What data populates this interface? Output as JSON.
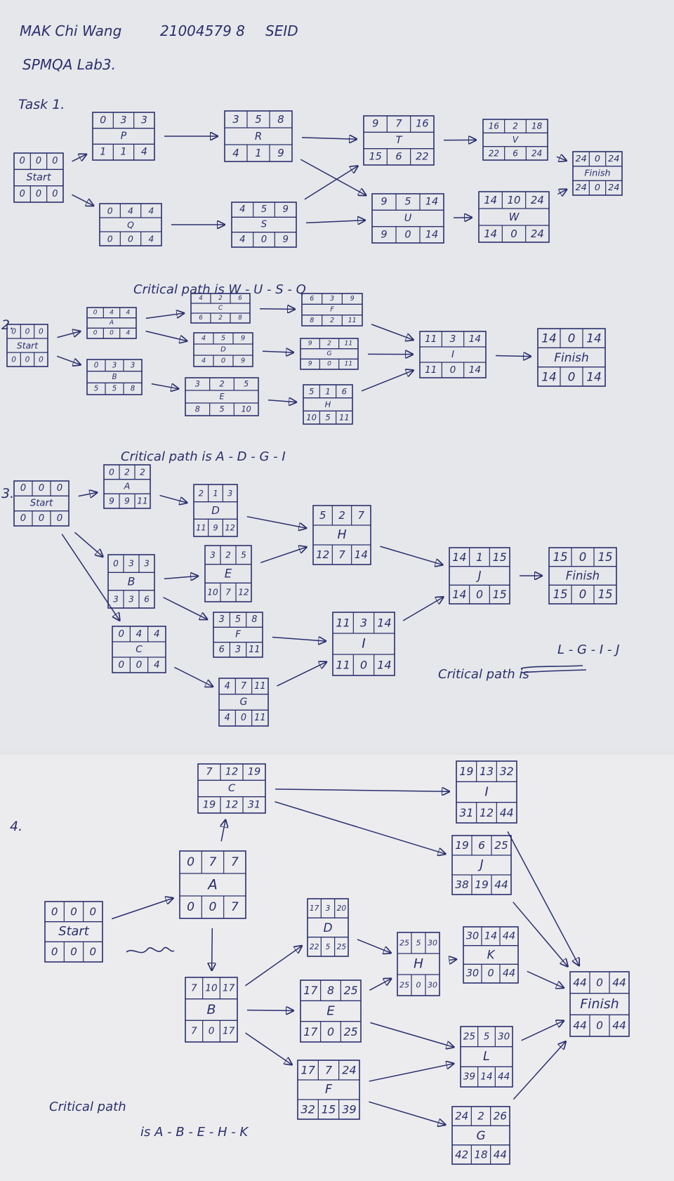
{
  "header": {
    "name": "MAK Chi Wang",
    "student_id": "21004579 8",
    "program": "SEID",
    "lab": "SPMQA Lab3."
  },
  "tasks": [
    {
      "label": "Task 1.",
      "critical_path": "Critical path is W - U - S - Q",
      "nodes": [
        {
          "id": "start",
          "name": "Start",
          "top": [
            "0",
            "0",
            "0"
          ],
          "bottom": [
            "0",
            "0",
            "0"
          ]
        },
        {
          "id": "p",
          "name": "P",
          "top": [
            "0",
            "3",
            "3"
          ],
          "bottom": [
            "1",
            "1",
            "4"
          ]
        },
        {
          "id": "q",
          "name": "Q",
          "top": [
            "0",
            "4",
            "4"
          ],
          "bottom": [
            "0",
            "0",
            "4"
          ]
        },
        {
          "id": "r",
          "name": "R",
          "top": [
            "3",
            "5",
            "8"
          ],
          "bottom": [
            "4",
            "1",
            "9"
          ]
        },
        {
          "id": "s",
          "name": "S",
          "top": [
            "4",
            "5",
            "9"
          ],
          "bottom": [
            "4",
            "0",
            "9"
          ]
        },
        {
          "id": "t",
          "name": "T",
          "top": [
            "9",
            "7",
            "16"
          ],
          "bottom": [
            "15",
            "6",
            "22"
          ]
        },
        {
          "id": "u",
          "name": "U",
          "top": [
            "9",
            "5",
            "14"
          ],
          "bottom": [
            "9",
            "0",
            "14"
          ]
        },
        {
          "id": "v",
          "name": "V",
          "top": [
            "16",
            "2",
            "18"
          ],
          "bottom": [
            "22",
            "6",
            "24"
          ]
        },
        {
          "id": "w",
          "name": "W",
          "top": [
            "14",
            "10",
            "24"
          ],
          "bottom": [
            "14",
            "0",
            "24"
          ]
        },
        {
          "id": "finish",
          "name": "Finish",
          "top": [
            "24",
            "0",
            "24"
          ],
          "bottom": [
            "24",
            "0",
            "24"
          ]
        }
      ]
    },
    {
      "label": "2.",
      "critical_path": "Critical path is A - D - G - I",
      "nodes": [
        {
          "id": "start",
          "name": "Start",
          "top": [
            "0",
            "0",
            "0"
          ],
          "bottom": [
            "0",
            "0",
            "0"
          ]
        },
        {
          "id": "a",
          "name": "A",
          "top": [
            "0",
            "4",
            "4"
          ],
          "bottom": [
            "0",
            "0",
            "4"
          ]
        },
        {
          "id": "b",
          "name": "B",
          "top": [
            "0",
            "3",
            "3"
          ],
          "bottom": [
            "5",
            "5",
            "8"
          ]
        },
        {
          "id": "c",
          "name": "C",
          "top": [
            "4",
            "2",
            "6"
          ],
          "bottom": [
            "6",
            "2",
            "8"
          ]
        },
        {
          "id": "d",
          "name": "D",
          "top": [
            "4",
            "5",
            "9"
          ],
          "bottom": [
            "4",
            "0",
            "9"
          ]
        },
        {
          "id": "e",
          "name": "E",
          "top": [
            "3",
            "2",
            "5"
          ],
          "bottom": [
            "8",
            "5",
            "10"
          ]
        },
        {
          "id": "f",
          "name": "F",
          "top": [
            "6",
            "3",
            "9"
          ],
          "bottom": [
            "8",
            "2",
            "11"
          ]
        },
        {
          "id": "g",
          "name": "G",
          "top": [
            "9",
            "2",
            "11"
          ],
          "bottom": [
            "9",
            "0",
            "11"
          ]
        },
        {
          "id": "h",
          "name": "H",
          "top": [
            "5",
            "1",
            "6"
          ],
          "bottom": [
            "10",
            "5",
            "11"
          ]
        },
        {
          "id": "i",
          "name": "I",
          "top": [
            "11",
            "3",
            "14"
          ],
          "bottom": [
            "11",
            "0",
            "14"
          ]
        },
        {
          "id": "finish",
          "name": "Finish",
          "top": [
            "14",
            "0",
            "14"
          ],
          "bottom": [
            "14",
            "0",
            "14"
          ]
        }
      ]
    },
    {
      "label": "3.",
      "critical_path": "Critical path is",
      "critical_path_extra": "L - G - I - J",
      "nodes": [
        {
          "id": "start",
          "name": "Start",
          "top": [
            "0",
            "0",
            "0"
          ],
          "bottom": [
            "0",
            "0",
            "0"
          ]
        },
        {
          "id": "a",
          "name": "A",
          "top": [
            "0",
            "2",
            "2"
          ],
          "bottom": [
            "9",
            "9",
            "11"
          ]
        },
        {
          "id": "b",
          "name": "B",
          "top": [
            "0",
            "3",
            "3"
          ],
          "bottom": [
            "3",
            "3",
            "6"
          ]
        },
        {
          "id": "c",
          "name": "C",
          "top": [
            "0",
            "4",
            "4"
          ],
          "bottom": [
            "0",
            "0",
            "4"
          ]
        },
        {
          "id": "d",
          "name": "D",
          "top": [
            "2",
            "1",
            "3"
          ],
          "bottom": [
            "11",
            "9",
            "12"
          ]
        },
        {
          "id": "e",
          "name": "E",
          "top": [
            "3",
            "2",
            "5"
          ],
          "bottom": [
            "10",
            "7",
            "12"
          ]
        },
        {
          "id": "f",
          "name": "F",
          "top": [
            "3",
            "5",
            "8"
          ],
          "bottom": [
            "6",
            "3",
            "11"
          ]
        },
        {
          "id": "g",
          "name": "G",
          "top": [
            "4",
            "7",
            "11"
          ],
          "bottom": [
            "4",
            "0",
            "11"
          ]
        },
        {
          "id": "h",
          "name": "H",
          "top": [
            "5",
            "2",
            "7"
          ],
          "bottom": [
            "12",
            "7",
            "14"
          ]
        },
        {
          "id": "i",
          "name": "I",
          "top": [
            "11",
            "3",
            "14"
          ],
          "bottom": [
            "11",
            "0",
            "14"
          ]
        },
        {
          "id": "j",
          "name": "J",
          "top": [
            "14",
            "1",
            "15"
          ],
          "bottom": [
            "14",
            "0",
            "15"
          ]
        },
        {
          "id": "finish",
          "name": "Finish",
          "top": [
            "15",
            "0",
            "15"
          ],
          "bottom": [
            "15",
            "0",
            "15"
          ]
        }
      ]
    },
    {
      "label": "4.",
      "critical_path": "Critical path",
      "critical_path_2": "is A - B - E - H - K",
      "nodes": [
        {
          "id": "start",
          "name": "Start",
          "top": [
            "0",
            "0",
            "0"
          ],
          "bottom": [
            "0",
            "0",
            "0"
          ]
        },
        {
          "id": "a",
          "name": "A",
          "top": [
            "0",
            "7",
            "7"
          ],
          "bottom": [
            "0",
            "0",
            "7"
          ]
        },
        {
          "id": "b",
          "name": "B",
          "top": [
            "7",
            "10",
            "17"
          ],
          "bottom": [
            "7",
            "0",
            "17"
          ]
        },
        {
          "id": "c",
          "name": "C",
          "top": [
            "7",
            "12",
            "19"
          ],
          "bottom": [
            "19",
            "12",
            "31"
          ]
        },
        {
          "id": "d",
          "name": "D",
          "top": [
            "17",
            "3",
            "20"
          ],
          "bottom": [
            "22",
            "5",
            "25"
          ]
        },
        {
          "id": "e",
          "name": "E",
          "top": [
            "17",
            "8",
            "25"
          ],
          "bottom": [
            "17",
            "0",
            "25"
          ]
        },
        {
          "id": "f",
          "name": "F",
          "top": [
            "17",
            "7",
            "24"
          ],
          "bottom": [
            "32",
            "15",
            "39"
          ]
        },
        {
          "id": "h",
          "name": "H",
          "top": [
            "25",
            "5",
            "30"
          ],
          "bottom": [
            "25",
            "0",
            "30"
          ]
        },
        {
          "id": "i",
          "name": "I",
          "top": [
            "19",
            "13",
            "32"
          ],
          "bottom": [
            "31",
            "12",
            "44"
          ]
        },
        {
          "id": "j",
          "name": "J",
          "top": [
            "19",
            "6",
            "25"
          ],
          "bottom": [
            "38",
            "19",
            "44"
          ]
        },
        {
          "id": "k",
          "name": "K",
          "top": [
            "30",
            "14",
            "44"
          ],
          "bottom": [
            "30",
            "0",
            "44"
          ]
        },
        {
          "id": "l",
          "name": "L",
          "top": [
            "25",
            "5",
            "30"
          ],
          "bottom": [
            "39",
            "14",
            "44"
          ]
        },
        {
          "id": "g",
          "name": "G",
          "top": [
            "24",
            "2",
            "26"
          ],
          "bottom": [
            "42",
            "18",
            "44"
          ]
        },
        {
          "id": "finish",
          "name": "Finish",
          "top": [
            "44",
            "0",
            "44"
          ],
          "bottom": [
            "44",
            "0",
            "44"
          ]
        }
      ]
    }
  ]
}
